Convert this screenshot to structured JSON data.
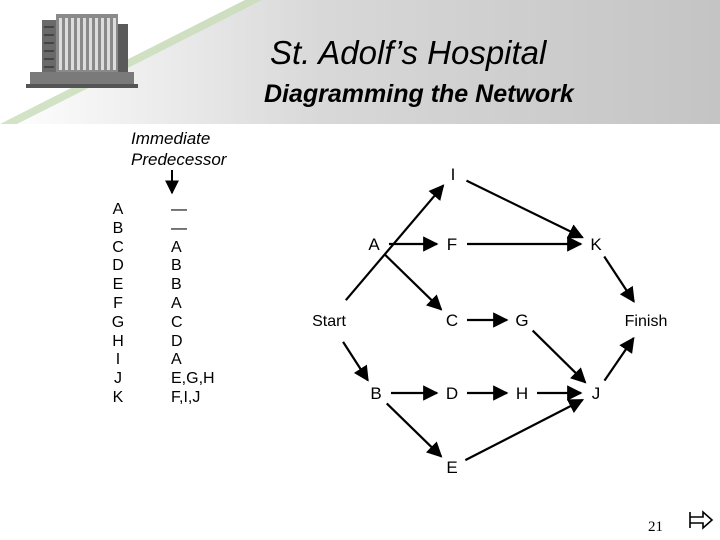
{
  "header": {
    "title": "St. Adolf’s Hospital",
    "subtitle": "Diagramming the Network"
  },
  "table": {
    "header_line1": "Immediate",
    "header_line2": "Predecessor",
    "activities": [
      "A",
      "B",
      "C",
      "D",
      "E",
      "F",
      "G",
      "H",
      "I",
      "J",
      "K"
    ],
    "predecessors": [
      "—",
      "—",
      "A",
      "B",
      "B",
      "A",
      "C",
      "D",
      "A",
      "E,G,H",
      "F,I,J"
    ]
  },
  "network": {
    "nodes": [
      {
        "id": "I",
        "label": "I"
      },
      {
        "id": "A",
        "label": "A"
      },
      {
        "id": "F",
        "label": "F"
      },
      {
        "id": "K",
        "label": "K"
      },
      {
        "id": "Start",
        "label": "Start"
      },
      {
        "id": "C",
        "label": "C"
      },
      {
        "id": "G",
        "label": "G"
      },
      {
        "id": "Finish",
        "label": "Finish"
      },
      {
        "id": "B",
        "label": "B"
      },
      {
        "id": "D",
        "label": "D"
      },
      {
        "id": "H",
        "label": "H"
      },
      {
        "id": "J",
        "label": "J"
      },
      {
        "id": "E",
        "label": "E"
      }
    ],
    "edges": [
      [
        "Start",
        "I"
      ],
      [
        "Start",
        "B"
      ],
      [
        "I",
        "K"
      ],
      [
        "A",
        "F"
      ],
      [
        "F",
        "K"
      ],
      [
        "K",
        "Finish"
      ],
      [
        "A",
        "C"
      ],
      [
        "C",
        "G"
      ],
      [
        "G",
        "J"
      ],
      [
        "B",
        "D"
      ],
      [
        "D",
        "H"
      ],
      [
        "H",
        "J"
      ],
      [
        "B",
        "E"
      ],
      [
        "E",
        "J"
      ],
      [
        "J",
        "Finish"
      ]
    ]
  },
  "footer": {
    "page_number": "21",
    "next_icon": "arrow-right-icon"
  }
}
